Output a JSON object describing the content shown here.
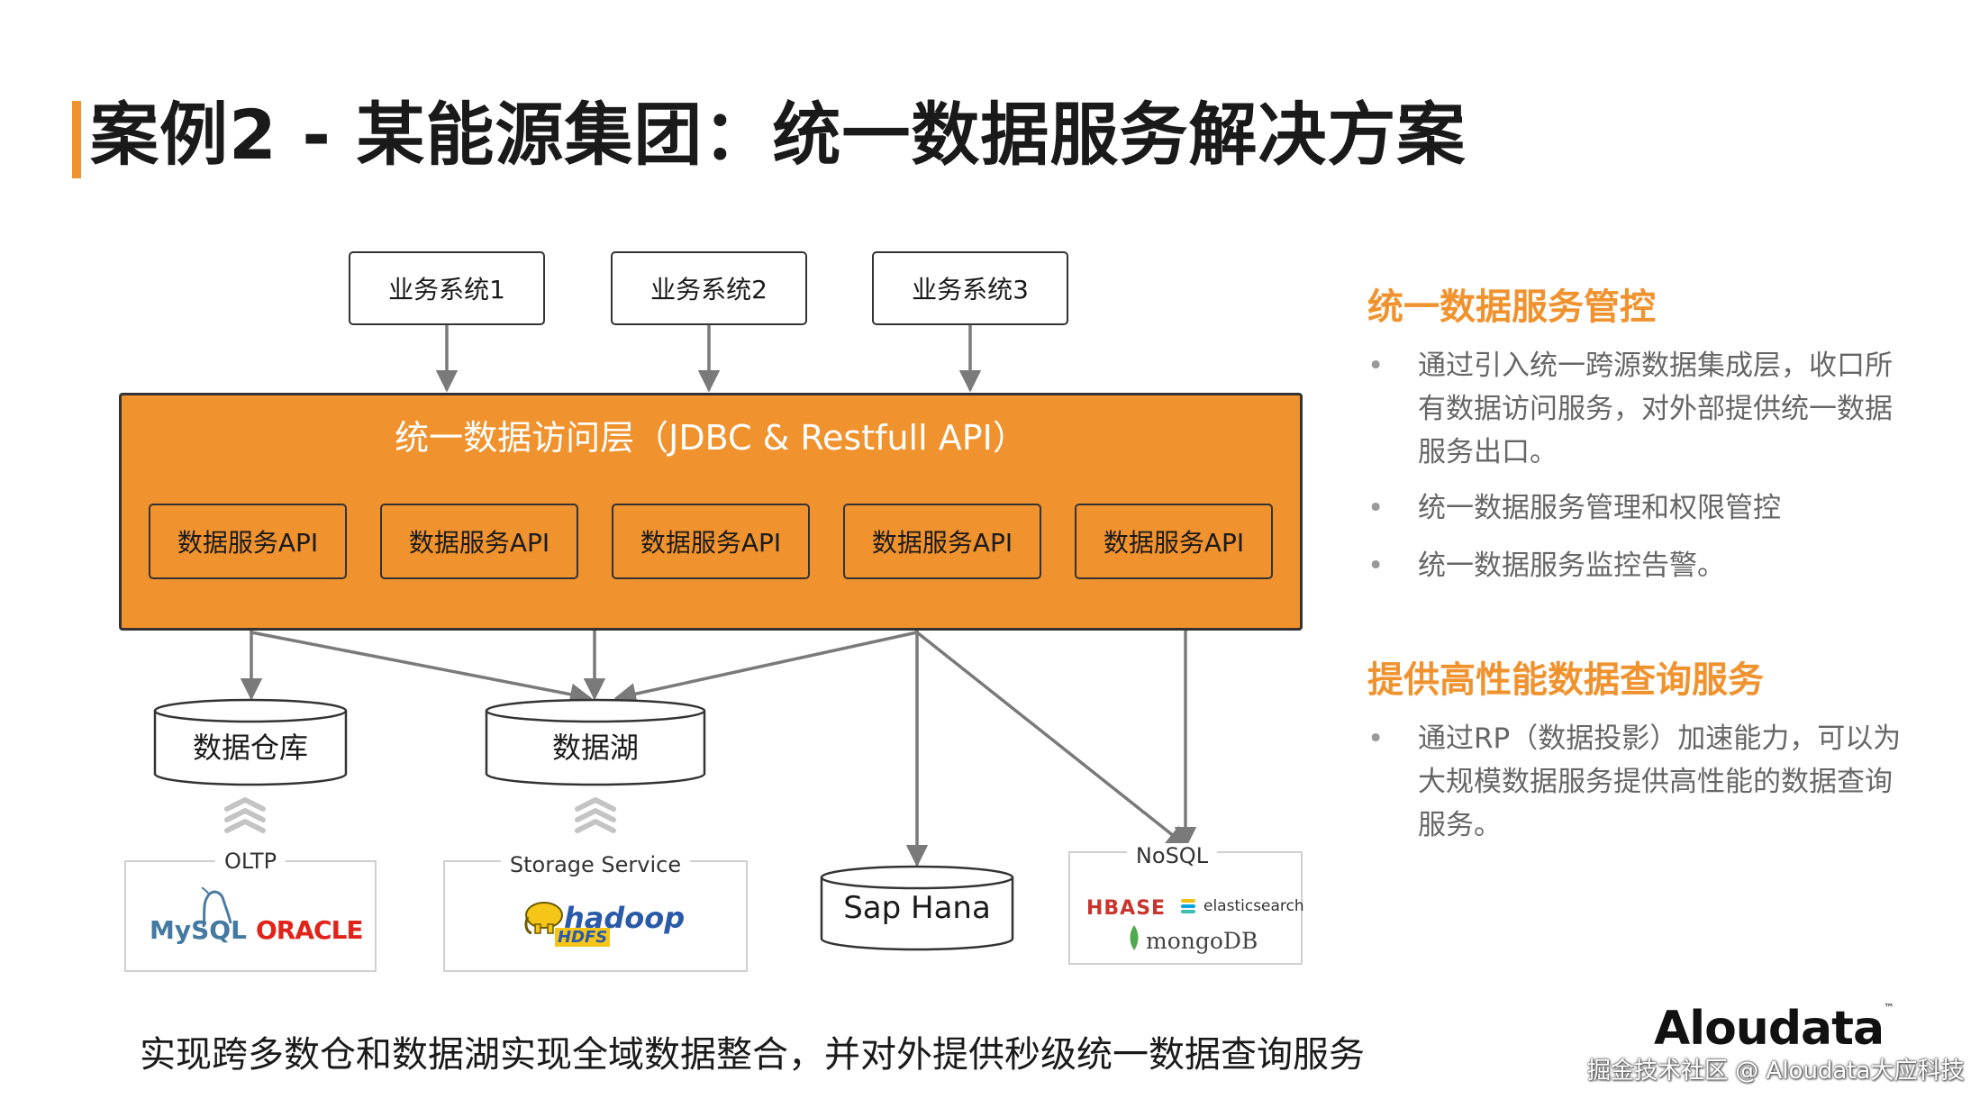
{
  "title": "案例2 - 某能源集团：统一数据服务解决方案",
  "business_systems": [
    "业务系统1",
    "业务系统2",
    "业务系统3"
  ],
  "access_layer": {
    "title": "统一数据访问层（JDBC & Restfull API）",
    "apis": [
      "数据服务API",
      "数据服务API",
      "数据服务API",
      "数据服务API",
      "数据服务API"
    ]
  },
  "stores": {
    "warehouse": "数据仓库",
    "lake": "数据湖",
    "sap": "Sap Hana"
  },
  "sources": {
    "oltp": {
      "label": "OLTP",
      "logos": [
        "MySQL",
        "ORACLE"
      ]
    },
    "storage": {
      "label": "Storage Service",
      "logos": [
        "hadoop",
        "HDFS"
      ]
    },
    "nosql": {
      "label": "NoSQL",
      "logos": [
        "HBASE",
        "elasticsearch",
        "mongoDB"
      ]
    }
  },
  "side": {
    "section1": {
      "heading": "统一数据服务管控",
      "bullets": [
        "通过引入统一跨源数据集成层，收口所有数据访问服务，对外部提供统一数据服务出口。",
        "统一数据服务管理和权限管控",
        "统一数据服务监控告警。"
      ]
    },
    "section2": {
      "heading": "提供高性能数据查询服务",
      "bullets": [
        "通过RP（数据投影）加速能力，可以为大规模数据服务提供高性能的数据查询服务。"
      ]
    }
  },
  "footer": "实现跨多数仓和数据湖实现全域数据整合，并对外提供秒级统一数据查询服务",
  "brand": "Aloudata",
  "brand_tm": "™",
  "watermark": "掘金技术社区 @ Aloudata大应科技",
  "bullet_symbol": "•",
  "colors": {
    "accent": "#f0922e",
    "text": "#1a1a1a",
    "muted": "#666666"
  }
}
